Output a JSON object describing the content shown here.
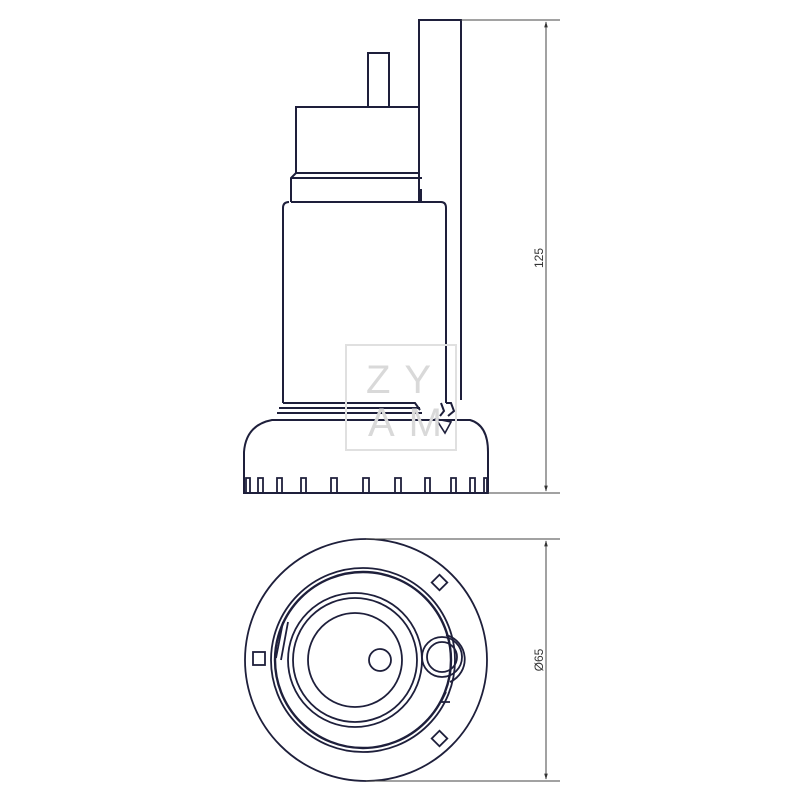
{
  "drawing": {
    "type": "technical-drawing",
    "subject": "submersible pump",
    "views": [
      {
        "name": "side-view",
        "dimension_label": "125"
      },
      {
        "name": "bottom-view",
        "dimension_label": "Ø65"
      }
    ],
    "colors": {
      "outline": "#1e1f3b",
      "dimension_line": "#333333",
      "watermark": "#d9d9d9"
    }
  },
  "dimensions": {
    "height": "125",
    "diameter": "Ø65"
  },
  "watermark": {
    "line1": "ZY",
    "line2": "AM"
  }
}
